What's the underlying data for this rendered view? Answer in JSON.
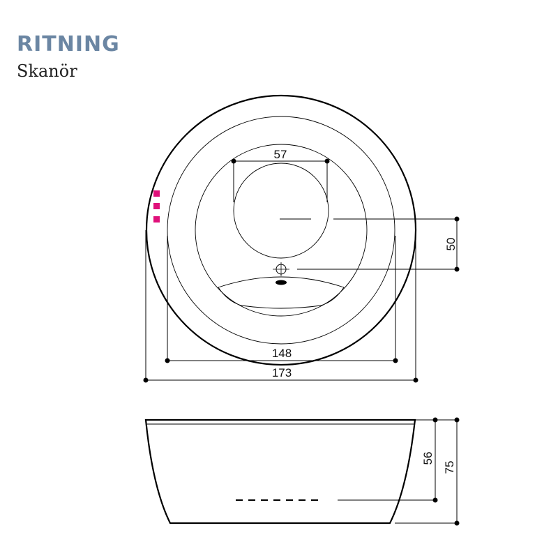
{
  "header": {
    "title": "RITNING",
    "subtitle": "Skanör"
  },
  "dimensions": {
    "inner_width": "57",
    "drain_offset": "50",
    "basin_width": "148",
    "outer_width": "173",
    "water_depth": "56",
    "total_height": "75"
  },
  "colors": {
    "title": "#6b86a3",
    "marker": "#e0107a",
    "line": "#000000"
  }
}
